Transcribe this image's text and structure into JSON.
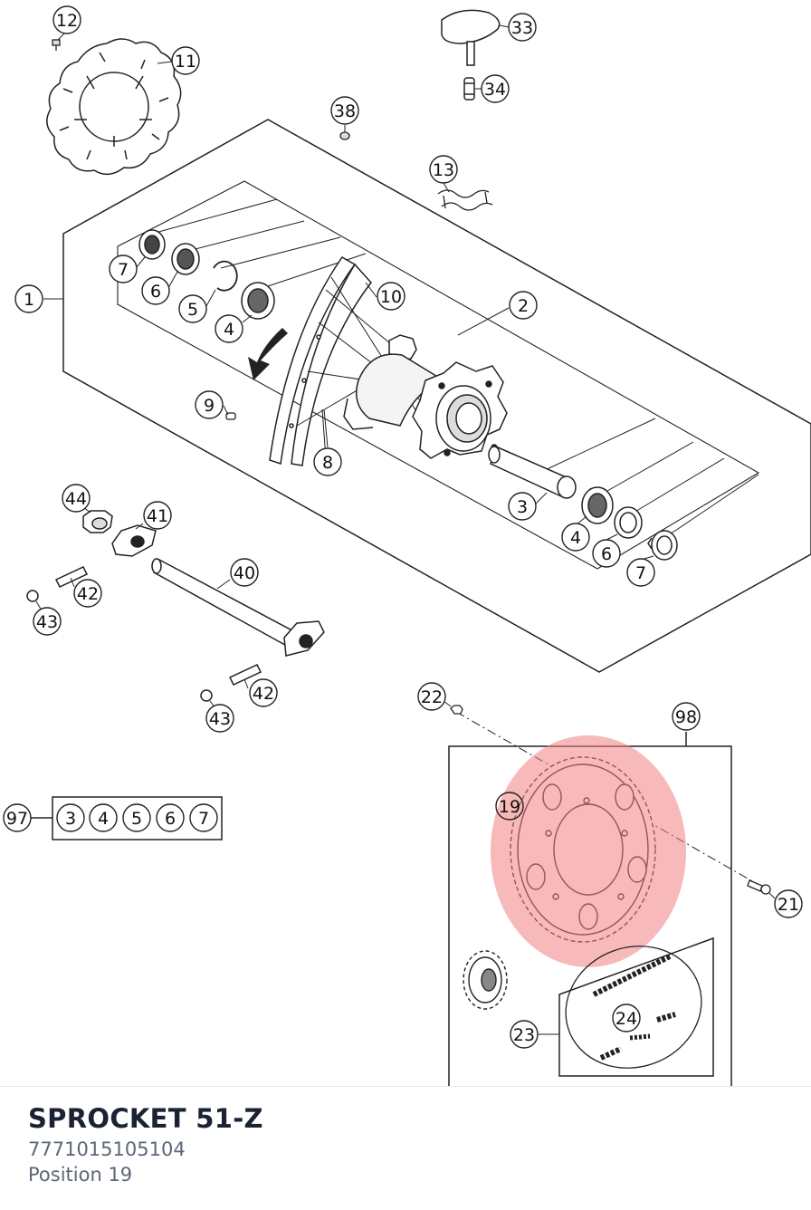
{
  "diagram": {
    "callouts": [
      {
        "id": "12"
      },
      {
        "id": "11"
      },
      {
        "id": "33"
      },
      {
        "id": "34"
      },
      {
        "id": "38"
      },
      {
        "id": "13"
      },
      {
        "id": "1"
      },
      {
        "id": "7"
      },
      {
        "id": "6"
      },
      {
        "id": "5"
      },
      {
        "id": "4"
      },
      {
        "id": "10"
      },
      {
        "id": "2"
      },
      {
        "id": "9"
      },
      {
        "id": "8"
      },
      {
        "id": "3"
      },
      {
        "id": "4"
      },
      {
        "id": "6"
      },
      {
        "id": "7"
      },
      {
        "id": "44"
      },
      {
        "id": "41"
      },
      {
        "id": "40"
      },
      {
        "id": "42"
      },
      {
        "id": "43"
      },
      {
        "id": "42"
      },
      {
        "id": "43"
      },
      {
        "id": "22"
      },
      {
        "id": "98"
      },
      {
        "id": "19"
      },
      {
        "id": "21"
      },
      {
        "id": "97"
      },
      {
        "id": "24"
      },
      {
        "id": "23"
      }
    ],
    "kit": {
      "label": "97",
      "items": [
        "3",
        "4",
        "5",
        "6",
        "7"
      ]
    },
    "highlight": {
      "part_id": "19",
      "color": "#f08080"
    }
  },
  "selected_part": {
    "name": "SPROCKET 51-Z",
    "number": "7771015105104",
    "position": "Position 19"
  }
}
